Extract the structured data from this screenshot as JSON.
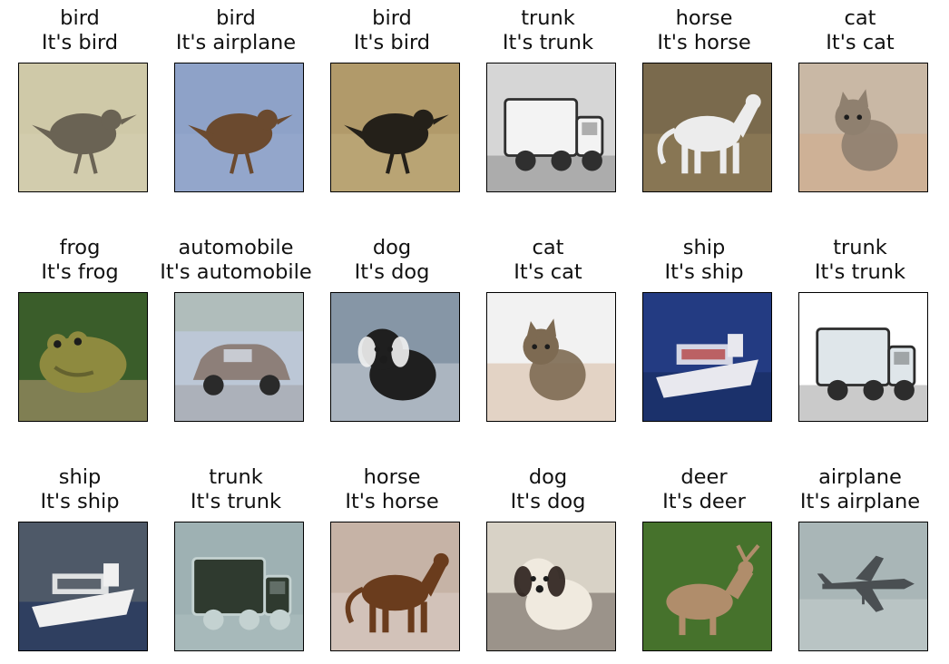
{
  "items": [
    {
      "label": "bird",
      "prediction": "It's bird",
      "icon": "bird-icon",
      "colors": {
        "bg": "#cfc9a8",
        "fg": "#6a6354",
        "accent": "#d8d0b8"
      }
    },
    {
      "label": "bird",
      "prediction": "It's airplane",
      "icon": "bird-icon",
      "colors": {
        "bg": "#8ea2c8",
        "fg": "#6b4a2f",
        "accent": "#9fb0d0"
      }
    },
    {
      "label": "bird",
      "prediction": "It's bird",
      "icon": "bird-icon",
      "colors": {
        "bg": "#b19a6a",
        "fg": "#242019",
        "accent": "#c9b686"
      }
    },
    {
      "label": "trunk",
      "prediction": "It's trunk",
      "icon": "truck-icon",
      "colors": {
        "bg": "#d6d6d6",
        "fg": "#f3f3f3",
        "accent": "#2f2f2f"
      }
    },
    {
      "label": "horse",
      "prediction": "It's horse",
      "icon": "horse-icon",
      "colors": {
        "bg": "#7a6a4d",
        "fg": "#ececec",
        "accent": "#a48b62"
      }
    },
    {
      "label": "cat",
      "prediction": "It's cat",
      "icon": "cat-icon",
      "colors": {
        "bg": "#c9b8a5",
        "fg": "#8f806f",
        "accent": "#d7a37a"
      }
    },
    {
      "label": "frog",
      "prediction": "It's frog",
      "icon": "frog-icon",
      "colors": {
        "bg": "#3a5d2a",
        "fg": "#8e8a3f",
        "accent": "#b99a74"
      }
    },
    {
      "label": "automobile",
      "prediction": "It's automobile",
      "icon": "car-icon",
      "colors": {
        "bg": "#bcc7d6",
        "fg": "#8d7f79",
        "accent": "#8aa06b"
      }
    },
    {
      "label": "dog",
      "prediction": "It's dog",
      "icon": "dog-icon",
      "colors": {
        "bg": "#8696a6",
        "fg": "#1f1f1f",
        "accent": "#f2f2f2"
      }
    },
    {
      "label": "cat",
      "prediction": "It's cat",
      "icon": "cat-icon",
      "colors": {
        "bg": "#f2f2f2",
        "fg": "#7d6a52",
        "accent": "#c89b73"
      }
    },
    {
      "label": "ship",
      "prediction": "It's ship",
      "icon": "ship-icon",
      "colors": {
        "bg": "#233b82",
        "fg": "#e8e8ee",
        "accent": "#b33a3a"
      }
    },
    {
      "label": "trunk",
      "prediction": "It's trunk",
      "icon": "truck-icon",
      "colors": {
        "bg": "#ffffff",
        "fg": "#dfe6ea",
        "accent": "#2c2c2c"
      }
    },
    {
      "label": "ship",
      "prediction": "It's ship",
      "icon": "ship-icon",
      "colors": {
        "bg": "#4e5968",
        "fg": "#f0f0f0",
        "accent": "#2f3846"
      }
    },
    {
      "label": "trunk",
      "prediction": "It's trunk",
      "icon": "truck-icon",
      "colors": {
        "bg": "#9eb1b3",
        "fg": "#2f3a2f",
        "accent": "#c4d2d1"
      }
    },
    {
      "label": "horse",
      "prediction": "It's horse",
      "icon": "horse-icon",
      "colors": {
        "bg": "#c6b3a6",
        "fg": "#6a3c1d",
        "accent": "#e9e0dc"
      }
    },
    {
      "label": "dog",
      "prediction": "It's dog",
      "icon": "dog-icon",
      "colors": {
        "bg": "#d8d2c6",
        "fg": "#f0eadf",
        "accent": "#2a1f1b"
      }
    },
    {
      "label": "deer",
      "prediction": "It's deer",
      "icon": "deer-icon",
      "colors": {
        "bg": "#3f6a2a",
        "fg": "#b08d6b",
        "accent": "#5c8c34"
      }
    },
    {
      "label": "airplane",
      "prediction": "It's airplane",
      "icon": "airplane-icon",
      "colors": {
        "bg": "#a9b6b7",
        "fg": "#4a4f52",
        "accent": "#c9d2d2"
      }
    }
  ]
}
